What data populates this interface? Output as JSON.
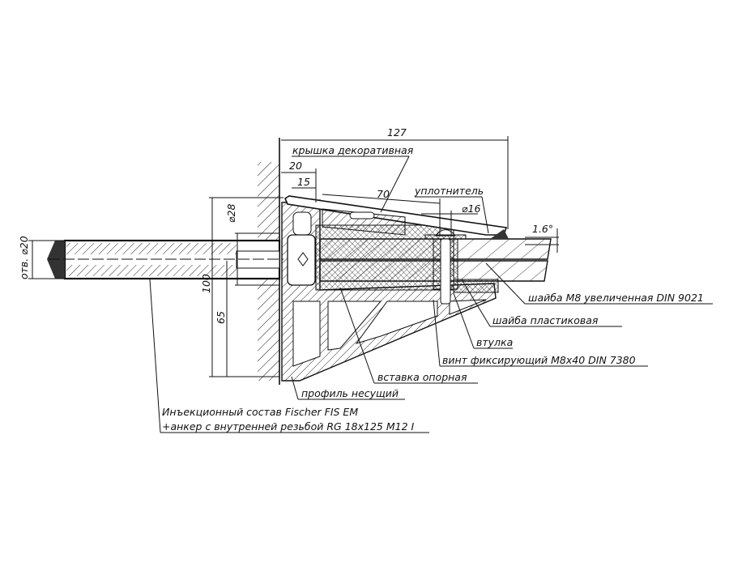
{
  "dimensions": {
    "overall_width": "127",
    "d20": "20",
    "d15": "15",
    "d70": "70",
    "d16": "⌀16",
    "d28": "⌀28",
    "h100": "100",
    "h65": "65",
    "hole": "отв. ⌀20",
    "angle": "1.6°"
  },
  "labels": {
    "cover": "крышка декоративная",
    "seal": "уплотнитель",
    "washer_m8": "шайба М8 увеличенная DIN 9021",
    "washer_plastic": "шайба пластиковая",
    "bushing": "втулка",
    "screw": "винт фиксирующий M8x40 DIN 7380",
    "insert": "вставка опорная",
    "profile": "профиль несущий",
    "injection_line1": "Инъекционный состав Fischer FIS EM",
    "injection_line2": "+анкер с внутренней резьбой RG 18x125 M12 I"
  },
  "colors": {
    "line": "#111111",
    "background": "#ffffff"
  }
}
